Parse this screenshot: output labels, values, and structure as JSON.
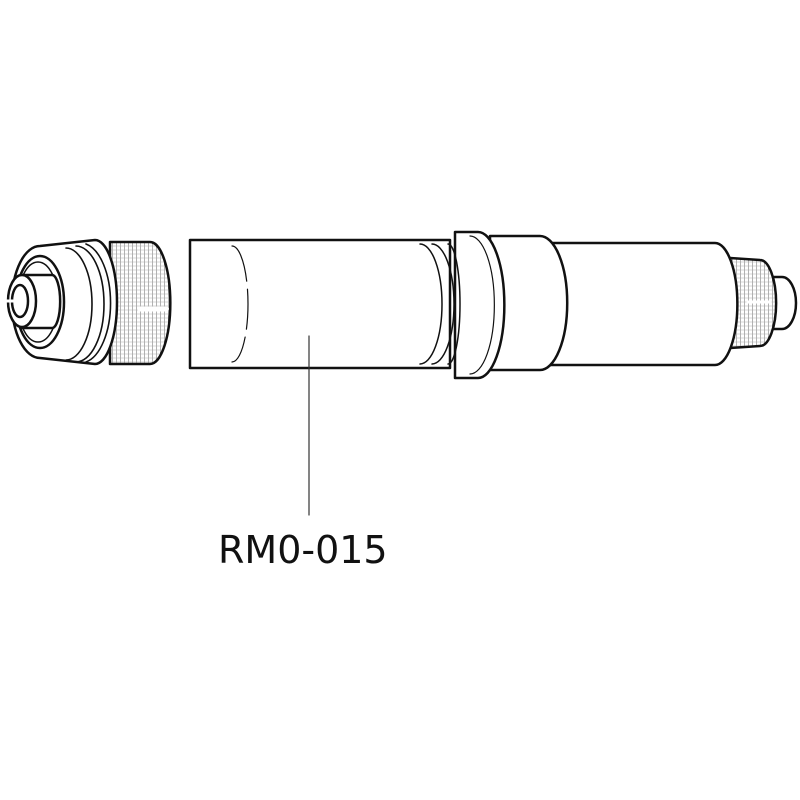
{
  "diagram": {
    "subject": "axle",
    "callout": {
      "part_number": "RM0-015",
      "points_to": "axle-main-tube"
    }
  },
  "colors": {
    "stroke": "#111111",
    "background": "#ffffff",
    "thread_shade": "#888888"
  }
}
